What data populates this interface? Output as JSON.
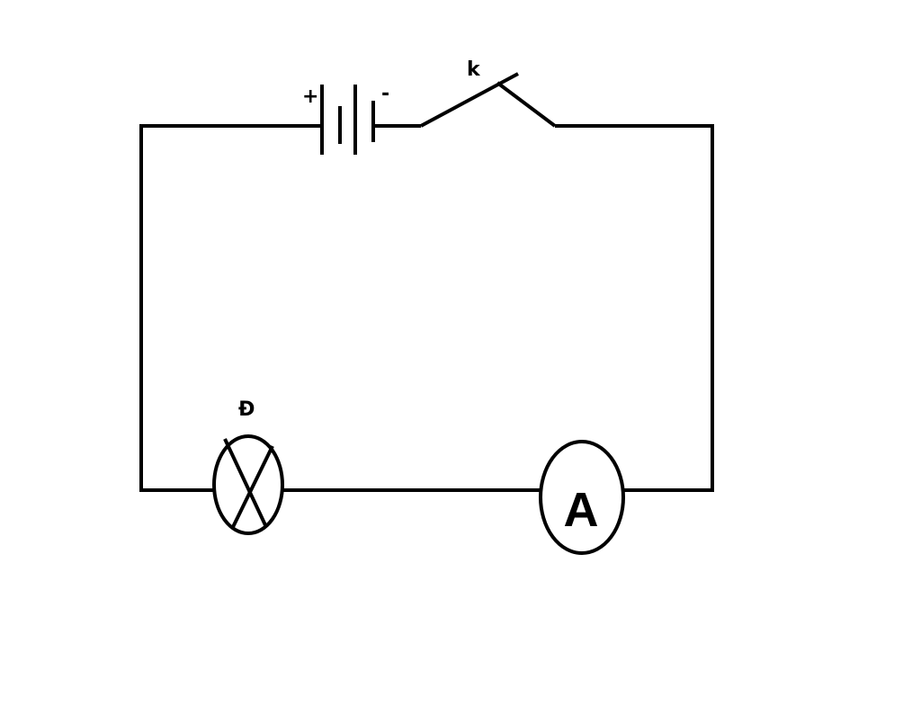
{
  "diagram": {
    "battery": {
      "positive_label": "+",
      "negative_label": "-"
    },
    "switch": {
      "label": "k",
      "state": "open"
    },
    "lamp": {
      "label": "Đ"
    },
    "ammeter": {
      "label": "A"
    },
    "colors": {
      "stroke": "#000000",
      "background": "#ffffff"
    }
  }
}
